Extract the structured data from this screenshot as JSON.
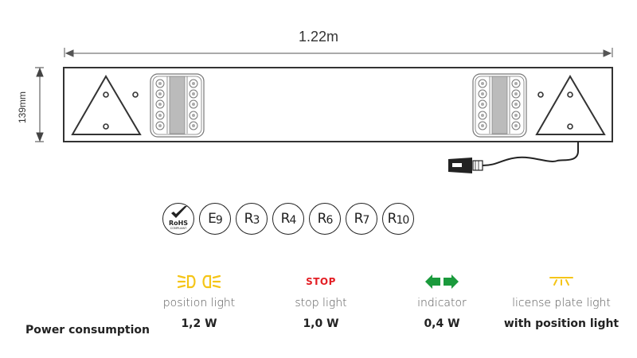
{
  "dimensions": {
    "width_label": "1.22m",
    "height_label": "139mm"
  },
  "certifications": [
    {
      "main": "RoHS",
      "sub": "COMPLIANT",
      "icon": "checkmark-icon"
    },
    {
      "main": "E",
      "sub": "9"
    },
    {
      "main": "R",
      "sub": "3"
    },
    {
      "main": "R",
      "sub": "4"
    },
    {
      "main": "R",
      "sub": "6"
    },
    {
      "main": "R",
      "sub": "7"
    },
    {
      "main": "R",
      "sub": "10"
    }
  ],
  "legend": {
    "row_label": "Power consumption",
    "items": [
      {
        "icon": "position-light-icon",
        "label": "position light",
        "value": "1,2 W",
        "color": "#f5c518"
      },
      {
        "icon": "stop-icon",
        "icon_text": "STOP",
        "label": "stop light",
        "value": "1,0 W",
        "color": "#e31e24"
      },
      {
        "icon": "indicator-arrows-icon",
        "label": "indicator",
        "value": "0,4 W",
        "color": "#1a9a3c"
      },
      {
        "icon": "license-plate-light-icon",
        "label": "license plate light",
        "value": "with position light",
        "color": "#f5c518"
      }
    ]
  }
}
